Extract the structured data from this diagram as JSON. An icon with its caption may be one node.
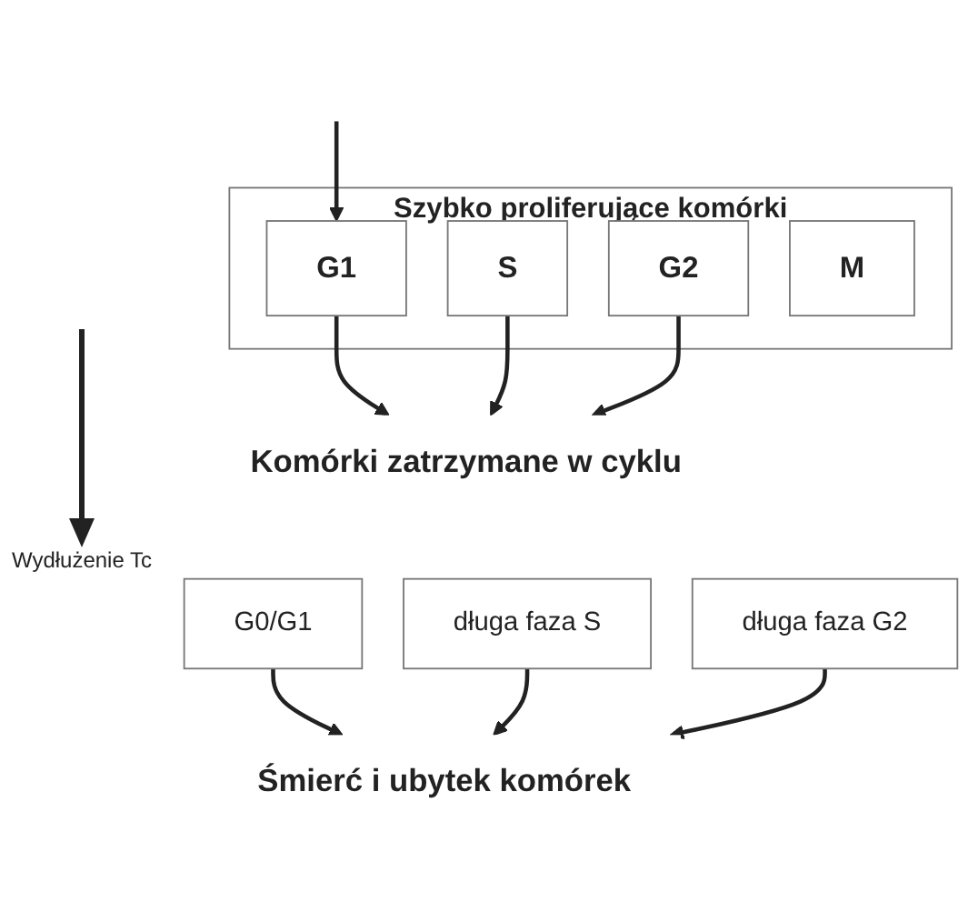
{
  "diagram": {
    "nodes": [
      {
        "text": [
          "Szybko proliferujące komórki"
        ]
      },
      {
        "text": [
          "G1"
        ],
        "in": 0
      },
      {
        "text": [
          "S"
        ],
        "in": 0
      },
      {
        "text": [
          "G2"
        ],
        "in": 0
      },
      {
        "text": [
          "M"
        ],
        "in": 0
      },
      {
        "text": [
          "Komórki zatrzymane w cyklu"
        ]
      },
      {
        "text": [
          "G0/G1"
        ]
      },
      {
        "text": [
          "długa faza S"
        ]
      },
      {
        "text": [
          "długa faza G2"
        ]
      },
      {
        "text": [
          "Śmierć i ubytek komórek"
        ]
      }
    ],
    "edges": [
      {
        "from": null,
        "to": 1,
        "arrow": "to"
      },
      {
        "from": 1,
        "to": 5,
        "arrow": "to"
      },
      {
        "from": 2,
        "to": 5,
        "arrow": "to"
      },
      {
        "from": 3,
        "to": 5,
        "arrow": "to"
      },
      {
        "from": 6,
        "to": 9,
        "arrow": "to"
      },
      {
        "from": 7,
        "to": 9,
        "arrow": "to"
      },
      {
        "from": 8,
        "to": 9,
        "arrow": "to"
      }
    ],
    "labels": [
      "Wydłużenie Tc"
    ]
  }
}
